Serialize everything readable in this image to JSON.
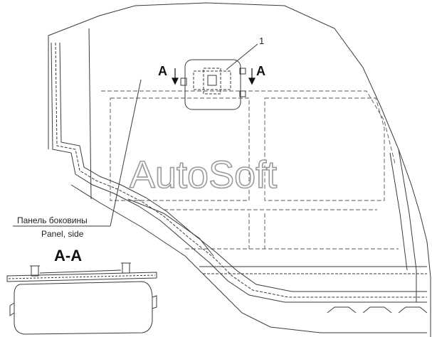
{
  "colors": {
    "line": "#3a3a3a",
    "dash": "#555555",
    "watermark_outline": "#9a9a9a"
  },
  "callout": {
    "part_number": "1"
  },
  "section_markers": {
    "left": "A",
    "right": "A"
  },
  "section_title": "A-A",
  "label": {
    "ru": "Панель боковины",
    "en": "Panel, side"
  },
  "watermark": "AutoSoft"
}
